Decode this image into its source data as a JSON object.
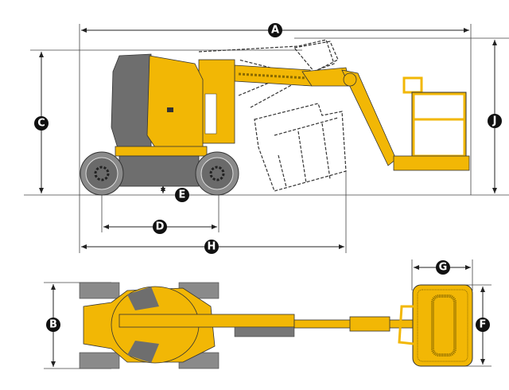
{
  "diagram": {
    "title": "",
    "dimension_labels": {
      "A": "A",
      "B": "B",
      "C": "C",
      "D": "D",
      "E": "E",
      "F": "F",
      "G": "G",
      "H": "H",
      "J": "J"
    },
    "views": [
      "side-view",
      "top-view"
    ],
    "colors": {
      "machine_yellow": "#F2B705",
      "machine_gray": "#707070",
      "tire": "#8a8a8a",
      "label_fill": "#111111"
    }
  }
}
